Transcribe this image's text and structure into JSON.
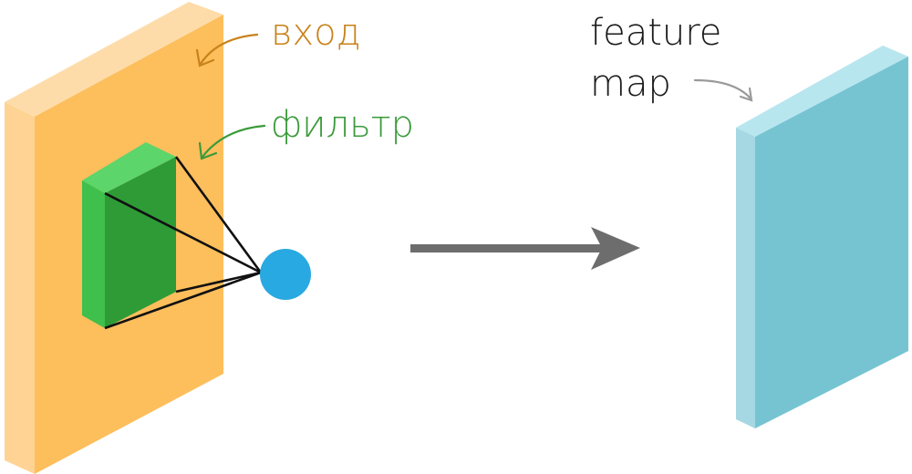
{
  "labels": {
    "input": "вход",
    "filter": "фильтр",
    "feature_map_line1": "feature",
    "feature_map_line2": "map"
  },
  "colors": {
    "input_front": "#fdbe5c",
    "input_top": "#fedcaa",
    "input_side": "#fed394",
    "input_label": "#c9821a",
    "filter_front": "#2e9b37",
    "filter_top": "#5cd56a",
    "filter_side": "#3fbf4b",
    "filter_label": "#3a9a3a",
    "neuron": "#29a9e1",
    "lines": "#111111",
    "arrow": "#6d6d6d",
    "fmap_front": "#76c4d2",
    "fmap_top": "#b8e6ef",
    "fmap_side": "#a5d8e3",
    "fmap_label": "#1a1a1a",
    "callout_gray": "#9a9a9a"
  }
}
